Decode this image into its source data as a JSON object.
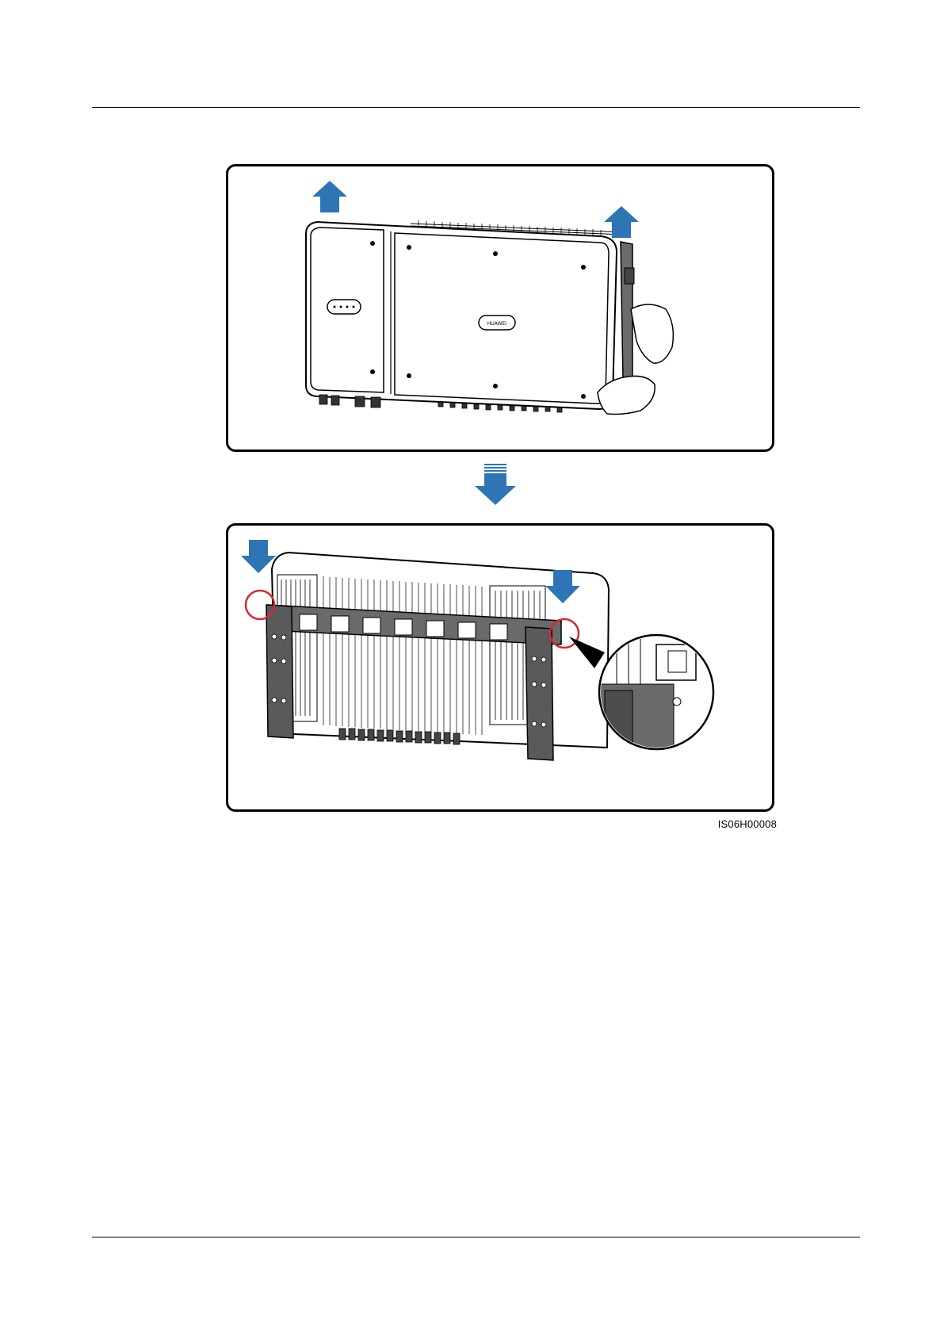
{
  "figure": {
    "id_label": "IS06H00008",
    "brand_badge": "HUAWEI",
    "colors": {
      "arrow": "#2e75b6",
      "highlight": "#d9272e",
      "outline": "#000000",
      "bracket": "#5a5a5a"
    },
    "panels": [
      {
        "name": "lift-inverter-off-bracket",
        "arrows": [
          "up-arrow-icon",
          "up-arrow-icon"
        ]
      },
      {
        "name": "mount-inverter-on-bracket",
        "arrows": [
          "down-arrow-icon",
          "down-arrow-icon"
        ],
        "callout": "magnified-latch-detail"
      }
    ],
    "step_arrow": "step-down-arrow-icon"
  }
}
